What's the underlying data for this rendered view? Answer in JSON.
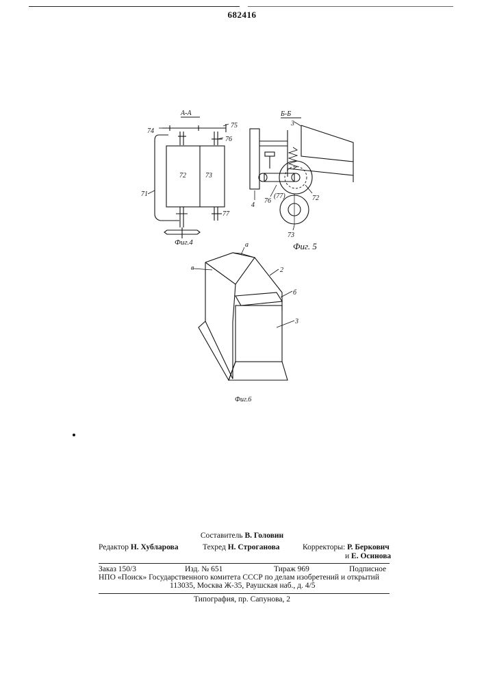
{
  "header": {
    "patent_number": "682416"
  },
  "figures": {
    "fig4": {
      "caption": "Фиг.4",
      "section": "А-А",
      "labels": {
        "l71": "71",
        "l72": "72",
        "l73": "73",
        "l74": "74",
        "l75": "75",
        "l76": "76",
        "l77": "77"
      }
    },
    "fig5": {
      "caption": "Фиг. 5",
      "section": "Б-Б",
      "labels": {
        "l3": "3",
        "l4": "4",
        "l76": "76",
        "l77": "(77)",
        "l72": "72",
        "l73": "73"
      }
    },
    "fig6": {
      "caption": "Фиг.6",
      "labels": {
        "la": "а",
        "lv": "в",
        "l2": "2",
        "lb": "б",
        "l3": "3"
      }
    }
  },
  "imprint": {
    "compiler_label": "Составитель",
    "compiler_name": "В. Головин",
    "editor_label": "Редактор",
    "editor_name": "Н. Хубларова",
    "techred_label": "Техред",
    "techred_name": "Н. Строганова",
    "correctors_label": "Корректоры:",
    "corrector1": "Р. Беркович",
    "corrector2_prefix": "и",
    "corrector2": "Е. Осинова",
    "order": "Заказ 150/3",
    "izd": "Изд. № 651",
    "tirazh": "Тираж 969",
    "podpisnoe": "Подписное",
    "npo_line": "НПО «Поиск» Государственного комитета СССР по делам изобретений и открытий",
    "address": "113035, Москва Ж-35, Раушская наб., д. 4/5",
    "printing": "Типография, пр. Сапунова, 2"
  }
}
